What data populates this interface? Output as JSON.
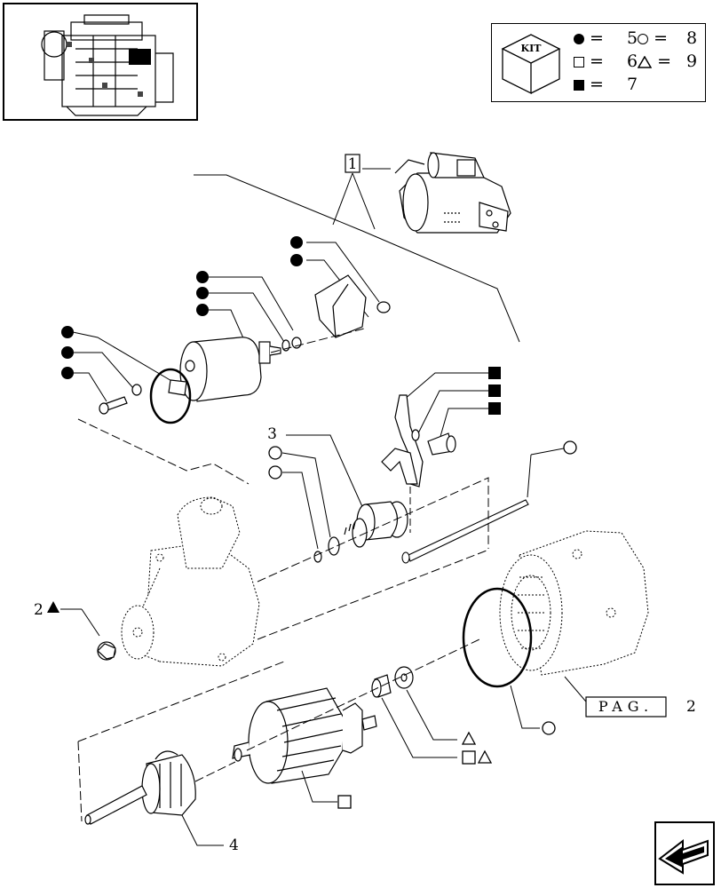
{
  "kit_legend": {
    "badge": "KIT",
    "rows": [
      {
        "left_symbol": "filled-circle",
        "left_equals": "=",
        "right_number": "5",
        "right_symbol": "open-circle",
        "right_equals": "=",
        "qty": "8"
      },
      {
        "left_symbol": "open-square",
        "left_equals": "=",
        "right_number": "6",
        "right_symbol": "open-triangle",
        "right_equals": "=",
        "qty": "9"
      },
      {
        "left_symbol": "filled-square",
        "left_equals": "=",
        "qty_left": "7"
      }
    ]
  },
  "callouts": {
    "assembly_ref": "1",
    "drive_pinion": "3",
    "cap_label": "2",
    "end_frame": "4",
    "page_ref_text": "PAG.",
    "page_ref_number": "2"
  },
  "icons": {
    "thumbnail": "engine-thumbnail-icon",
    "kit": "kit-box-icon",
    "nav": "previous-page-arrow-icon"
  },
  "colors": {
    "ink": "#000000",
    "background": "#ffffff"
  }
}
